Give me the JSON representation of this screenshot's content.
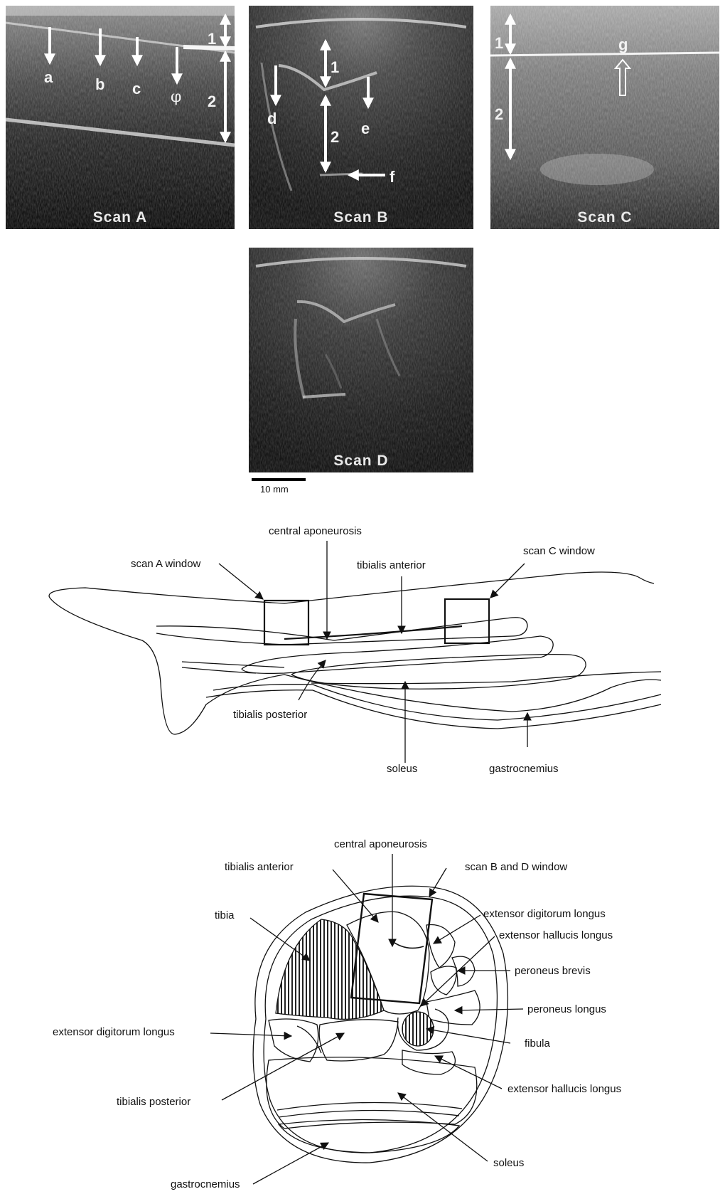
{
  "scans": {
    "a": {
      "label": "Scan A",
      "markers": {
        "a": "a",
        "b": "b",
        "c": "c",
        "phi": "φ",
        "one": "1",
        "two": "2"
      }
    },
    "b": {
      "label": "Scan B",
      "markers": {
        "one": "1",
        "two": "2",
        "d": "d",
        "e": "e",
        "f": "f"
      }
    },
    "c": {
      "label": "Scan C",
      "markers": {
        "one": "1",
        "two": "2",
        "g": "g"
      }
    },
    "d": {
      "label": "Scan D"
    }
  },
  "scale_bar": {
    "label": "10 mm"
  },
  "longitudinal_diagram": {
    "labels": {
      "central_aponeurosis": "central aponeurosis",
      "scan_a_window": "scan A window",
      "tibialis_anterior": "tibialis anterior",
      "scan_c_window": "scan C window",
      "tibialis_posterior": "tibialis posterior",
      "soleus": "soleus",
      "gastrocnemius": "gastrocnemius"
    }
  },
  "cross_section_diagram": {
    "labels": {
      "central_aponeurosis": "central aponeurosis",
      "tibialis_anterior": "tibialis anterior",
      "scan_bd_window": "scan B and D window",
      "tibia": "tibia",
      "extensor_digitorum_longus_right": "extensor digitorum longus",
      "extensor_hallucis_longus_right": "extensor hallucis longus",
      "peroneus_brevis": "peroneus brevis",
      "peroneus_longus": "peroneus longus",
      "extensor_digitorum_longus_left": "extensor digitorum longus",
      "fibula": "fibula",
      "tibialis_posterior": "tibialis posterior",
      "extensor_hallucis_longus_lower": "extensor hallucis longus",
      "soleus": "soleus",
      "gastrocnemius": "gastrocnemius"
    }
  }
}
